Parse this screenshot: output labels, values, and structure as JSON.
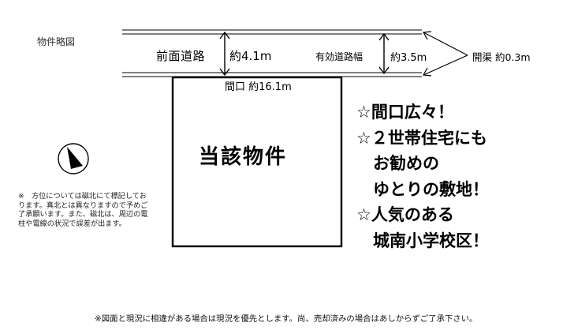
{
  "diagram_title": "物件略図",
  "road": {
    "label": "前面道路",
    "width": "約4.1m",
    "effective_label": "有効道路幅",
    "effective_width": "約3.5m",
    "gutter": "開渠 約0.3m"
  },
  "lot": {
    "frontage": "間口 約16.1m",
    "name": "当該物件"
  },
  "features": [
    "☆間口広々！",
    "☆２世帯住宅にも",
    "　お勧めの",
    "　ゆとりの敷地！",
    "☆人気のある",
    "　城南小学校区！"
  ],
  "compass_note": "※　方位については磁北にて標記しております。真北とは異なりますので予めご了承願います。また、磁北は、周辺の電柱や電線の状況で誤差が出ます。",
  "footer_note": "※図面と現況に相違がある場合は現況を優先とします。尚、売却済みの場合はあしからずご了承下さい。",
  "icons": {
    "compass": "north-arrow-compass-icon"
  }
}
